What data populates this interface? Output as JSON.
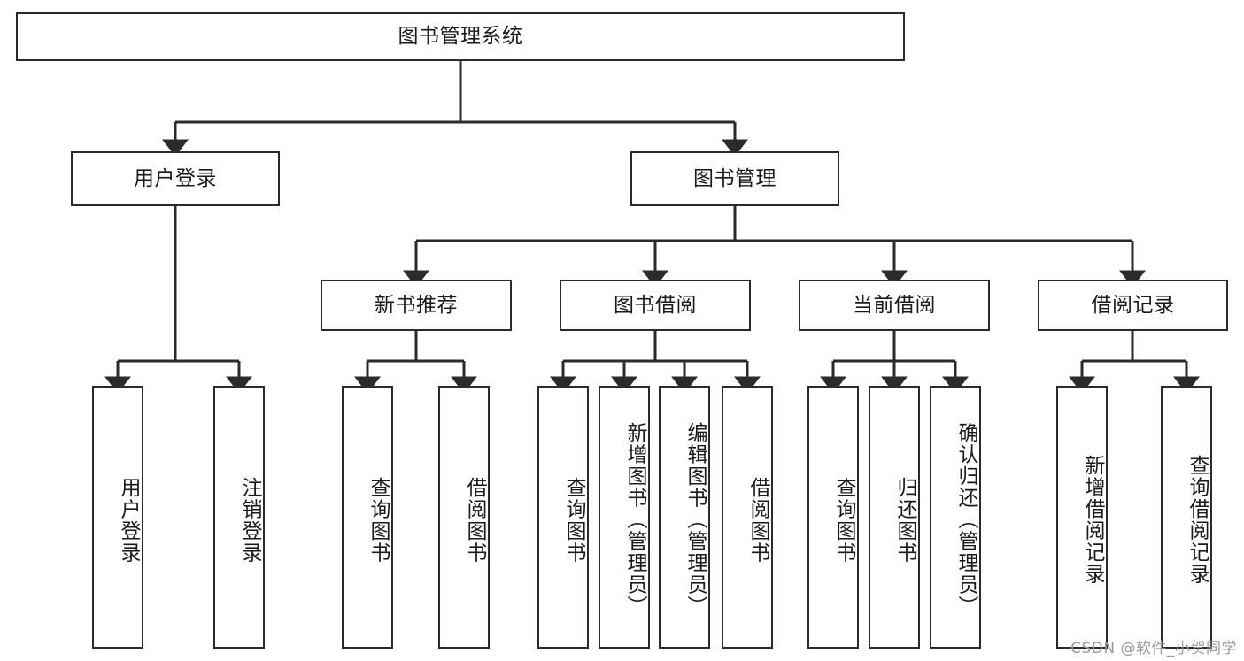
{
  "diagram": {
    "title": "图书管理系统",
    "type": "tree-hierarchy",
    "line_color": "#2b2b2b",
    "box_fill": "#ffffff",
    "text_color": "#1a1a1a"
  },
  "nodes": {
    "root": {
      "label": "图书管理系统"
    },
    "level2": [
      {
        "label": "用户登录"
      },
      {
        "label": "图书管理"
      }
    ],
    "level3": [
      {
        "label": "新书推荐"
      },
      {
        "label": "图书借阅"
      },
      {
        "label": "当前借阅"
      },
      {
        "label": "借阅记录"
      }
    ],
    "leaves": {
      "user_login": [
        {
          "label": "用户登录"
        },
        {
          "label": "注销登录"
        }
      ],
      "new_book_recommend": [
        {
          "label": "查询图书"
        },
        {
          "label": "借阅图书"
        }
      ],
      "book_borrow": [
        {
          "label": "查询图书"
        },
        {
          "label": "新增图书（管理员）"
        },
        {
          "label": "编辑图书（管理员）"
        },
        {
          "label": "借阅图书"
        }
      ],
      "current_borrow": [
        {
          "label": "查询图书"
        },
        {
          "label": "归还图书"
        },
        {
          "label": "确认归还（管理员）"
        }
      ],
      "borrow_record": [
        {
          "label": "新增借阅记录"
        },
        {
          "label": "查询借阅记录"
        }
      ]
    }
  },
  "watermark": {
    "text": "CSDN @软件_小贺同学"
  }
}
